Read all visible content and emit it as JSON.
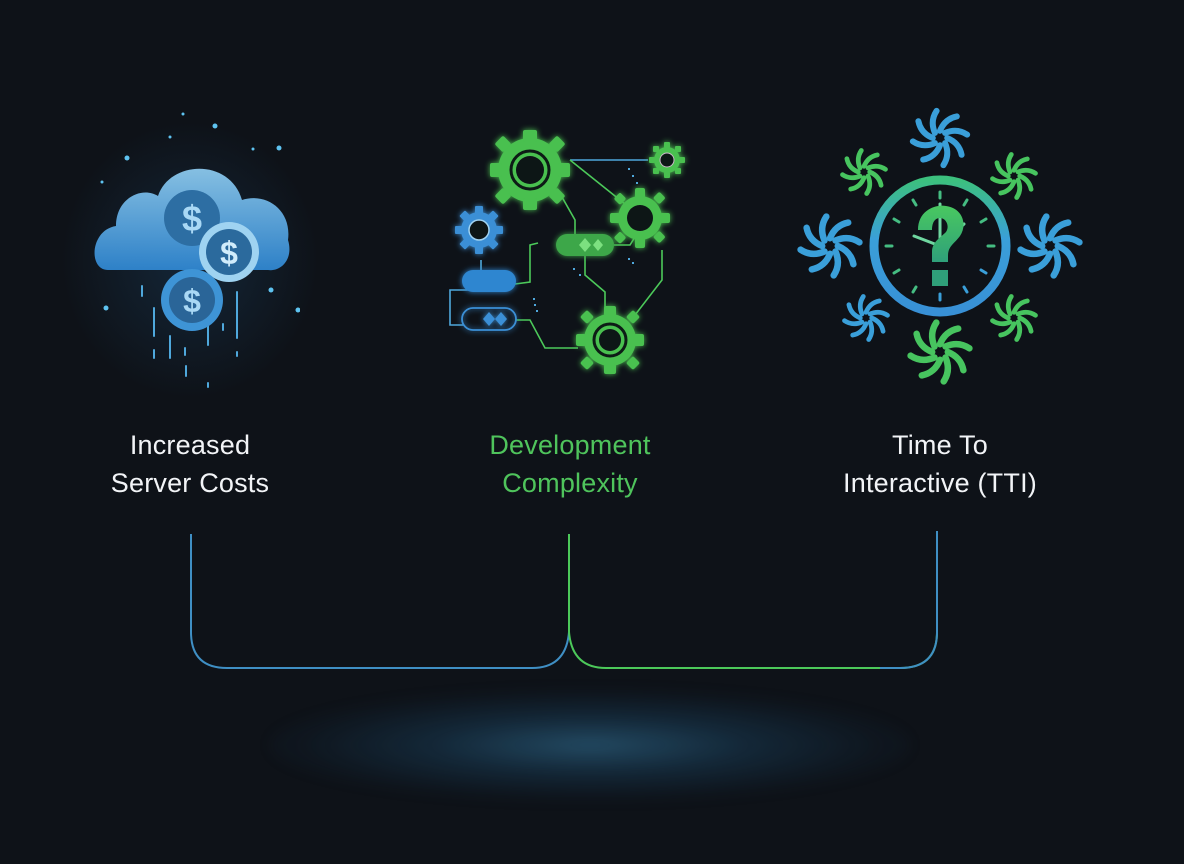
{
  "diagram": {
    "type": "three-factor diagram",
    "colors": {
      "background": "#0e1218",
      "blue_accent": "#3d9ad6",
      "green_accent": "#4fc45c",
      "label_white": "#f2f4f7",
      "connector_blue": "#3f8fc4",
      "connector_green": "#4cc95a"
    },
    "items": [
      {
        "id": "server-costs",
        "icon": "cloud-dollar-icon",
        "label_line1": "Increased",
        "label_line2": "Server Costs",
        "color": "#f2f4f7"
      },
      {
        "id": "dev-complexity",
        "icon": "gears-network-icon",
        "label_line1": "Development",
        "label_line2": "Complexity",
        "color": "#4fc45c"
      },
      {
        "id": "tti",
        "icon": "clock-question-icon",
        "label_line1": "Time To",
        "label_line2": "Interactive (TTI)",
        "color": "#f2f4f7"
      }
    ],
    "connectors": {
      "left_segment_color": "#3f8fc4",
      "right_segment_color": "#4cc95a"
    }
  }
}
